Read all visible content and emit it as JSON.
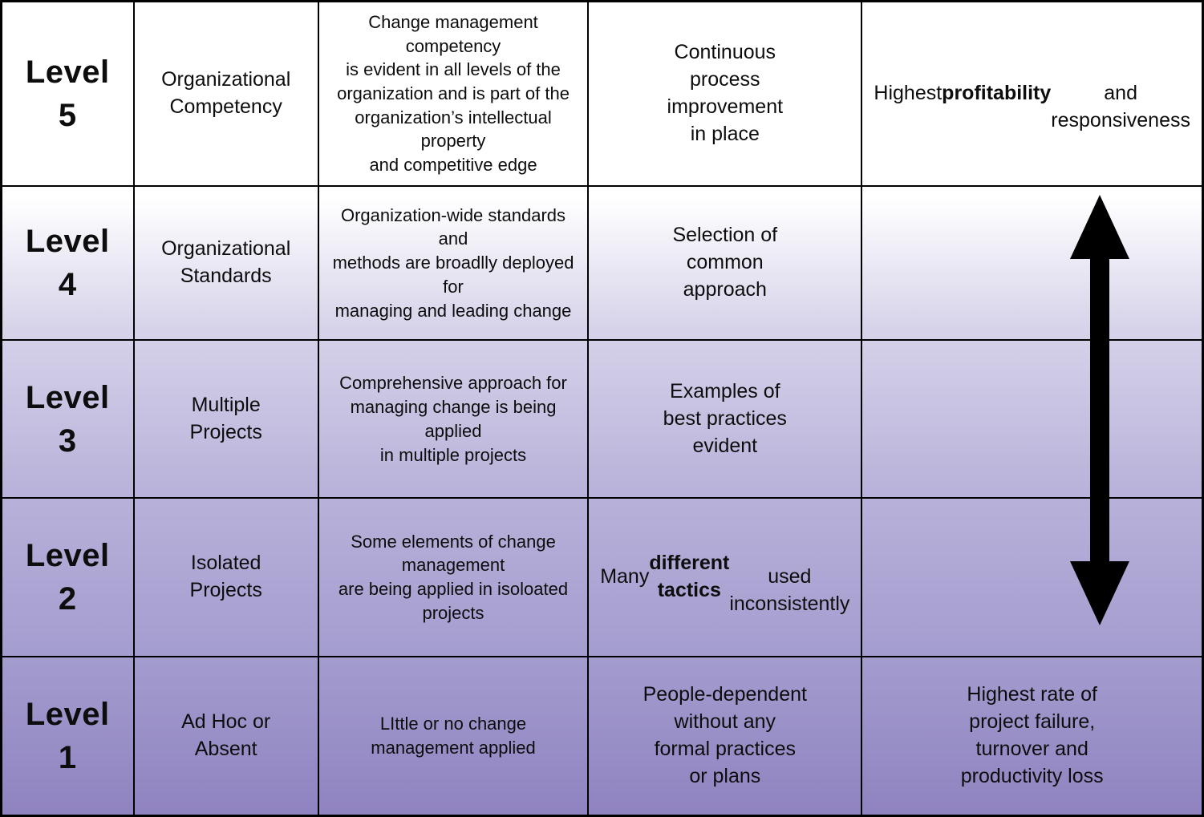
{
  "colors": {
    "gradient_top": "#ffffff",
    "gradient_bottom": "#9083c0",
    "border": "#000000",
    "arrow": "#000000",
    "text": "#0d0d0d"
  },
  "arrow": {
    "icon": "double-headed-vertical-arrow"
  },
  "rows": [
    {
      "level": "Level 5",
      "name": "Organizational\nCompetency",
      "description": "Change management competency\nis evident in all levels of the\norganization and is part of the\norganization’s intellectual property\nand competitive edge",
      "practice_pre": "Continuous\nprocess\nimprovement\nin place",
      "practice_bold": "",
      "practice_post": "",
      "outcome_pre": "Highest\n",
      "outcome_bold": "profitability",
      "outcome_post": "\nand\nresponsiveness"
    },
    {
      "level": "Level 4",
      "name": "Organizational\nStandards",
      "description": "Organization-wide standards and\nmethods are broadlly deployed for\nmanaging and leading change",
      "practice_pre": "Selection of\ncommon\napproach",
      "practice_bold": "",
      "practice_post": "",
      "outcome_pre": "",
      "outcome_bold": "",
      "outcome_post": ""
    },
    {
      "level": "Level 3",
      "name": "Multiple\nProjects",
      "description": "Comprehensive approach for\nmanaging change is being applied\nin multiple projects",
      "practice_pre": "Examples of\nbest practices\nevident",
      "practice_bold": "",
      "practice_post": "",
      "outcome_pre": "",
      "outcome_bold": "",
      "outcome_post": ""
    },
    {
      "level": "Level 2",
      "name": "Isolated\nProjects",
      "description": "Some elements of change management\nare being applied in isoloated projects",
      "practice_pre": "Many\n",
      "practice_bold": "different tactics",
      "practice_post": "\nused\ninconsistently",
      "outcome_pre": "",
      "outcome_bold": "",
      "outcome_post": ""
    },
    {
      "level": "Level 1",
      "name": "Ad Hoc or\nAbsent",
      "description": "LIttle or no change management applied",
      "practice_pre": "People-dependent\nwithout any\nformal practices\nor plans",
      "practice_bold": "",
      "practice_post": "",
      "outcome_pre": "Highest rate of\nproject failure,\nturnover and\nproductivity loss",
      "outcome_bold": "",
      "outcome_post": ""
    }
  ]
}
